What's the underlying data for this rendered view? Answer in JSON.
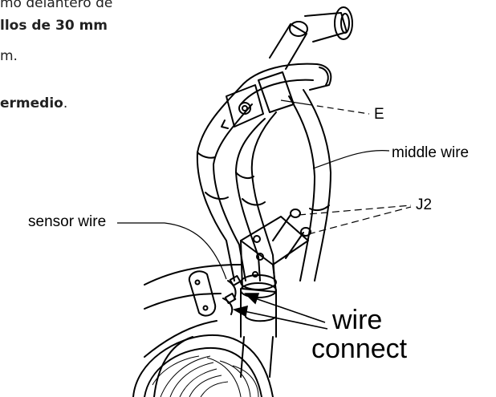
{
  "text": {
    "line1": "mo delantero de",
    "line2": "llos de 30 mm",
    "line3": "m.",
    "line4_bold": "ermedio",
    "line4_tail": "."
  },
  "labels": {
    "e": "E",
    "middle_wire": "middle wire",
    "j2": "J2",
    "sensor_wire": "sensor wire",
    "wire_connect_1": "wire",
    "wire_connect_2": "connect"
  }
}
